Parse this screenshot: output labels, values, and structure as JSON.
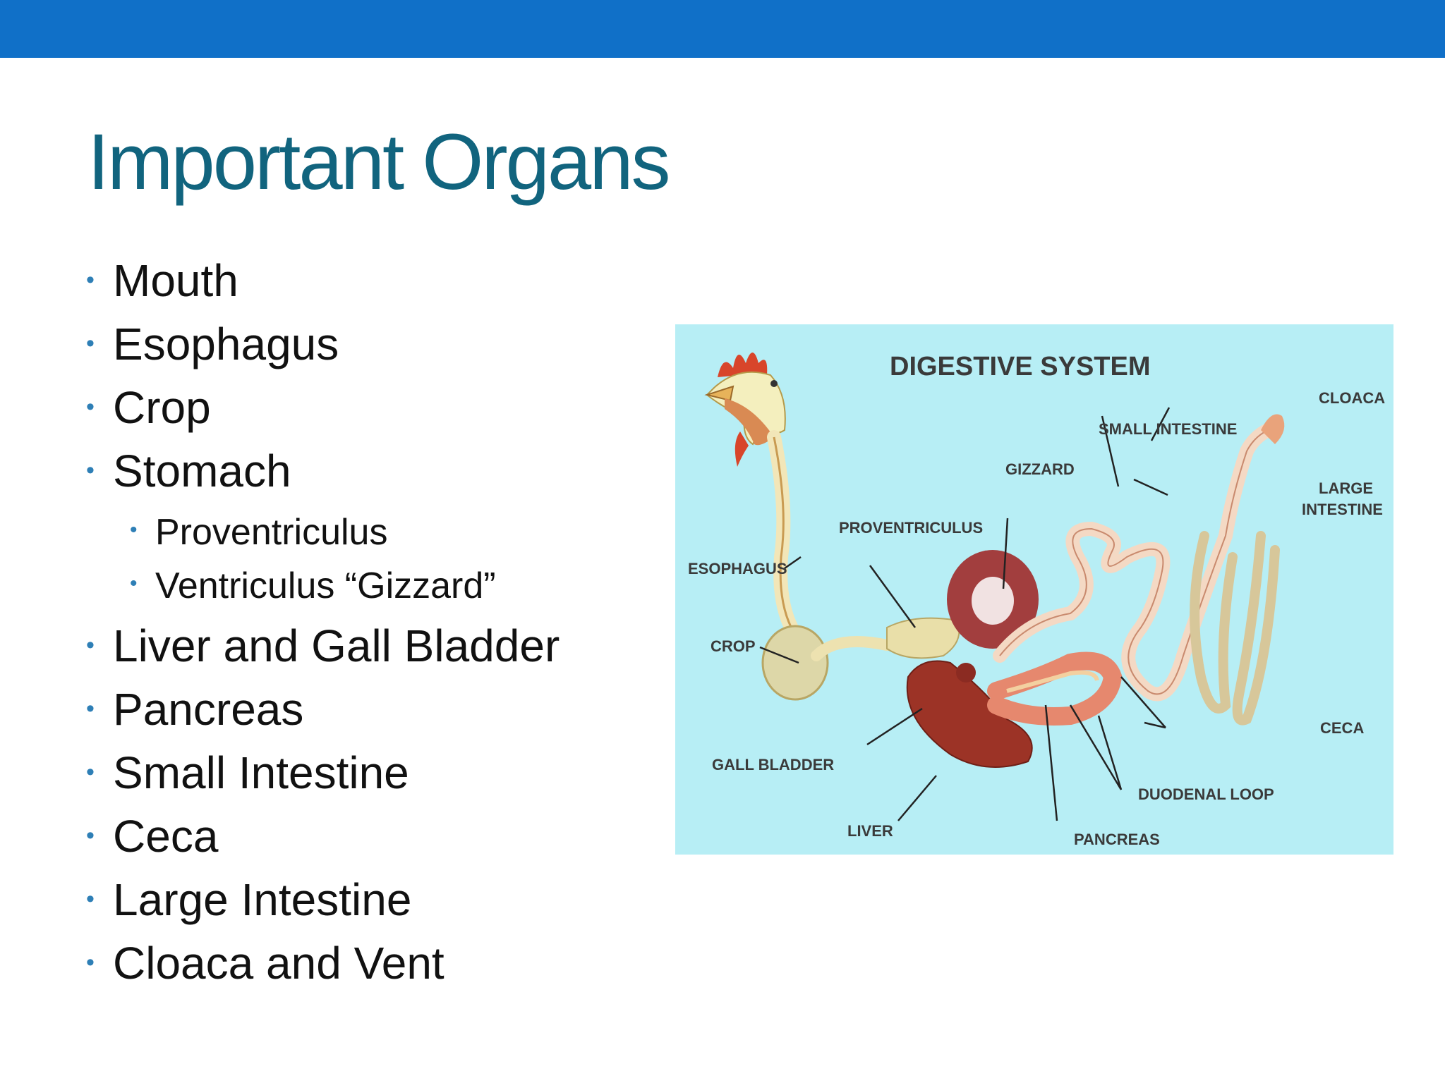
{
  "slide": {
    "title": "Important Organs",
    "accent_color": "#1070c8",
    "title_color": "#11647e"
  },
  "bullets": [
    {
      "text": "Mouth",
      "level": 1
    },
    {
      "text": "Esophagus",
      "level": 1
    },
    {
      "text": "Crop",
      "level": 1
    },
    {
      "text": "Stomach",
      "level": 1
    },
    {
      "text": "Proventriculus",
      "level": 2
    },
    {
      "text": "Ventriculus “Gizzard”",
      "level": 2
    },
    {
      "text": "Liver  and  Gall  Bladder",
      "level": 1
    },
    {
      "text": "Pancreas",
      "level": 1
    },
    {
      "text": "Small  Intestine",
      "level": 1
    },
    {
      "text": "Ceca",
      "level": 1
    },
    {
      "text": "Large  Intestine",
      "level": 1
    },
    {
      "text": "Cloaca  and  Vent",
      "level": 1
    }
  ],
  "diagram": {
    "title": "DIGESTIVE  SYSTEM",
    "labels": {
      "cloaca": "CLOACA",
      "small_intestine": "SMALL  INTESTINE",
      "gizzard": "GIZZARD",
      "large_intestine_1": "LARGE",
      "large_intestine_2": "INTESTINE",
      "proventriculus": "PROVENTRICULUS",
      "esophagus": "ESOPHAGUS",
      "crop": "CROP",
      "ceca": "CECA",
      "gall_bladder": "GALL  BLADDER",
      "duodenal_loop": "DUODENAL  LOOP",
      "liver": "LIVER",
      "pancreas": "PANCREAS"
    },
    "background_color": "#b7eef5"
  }
}
